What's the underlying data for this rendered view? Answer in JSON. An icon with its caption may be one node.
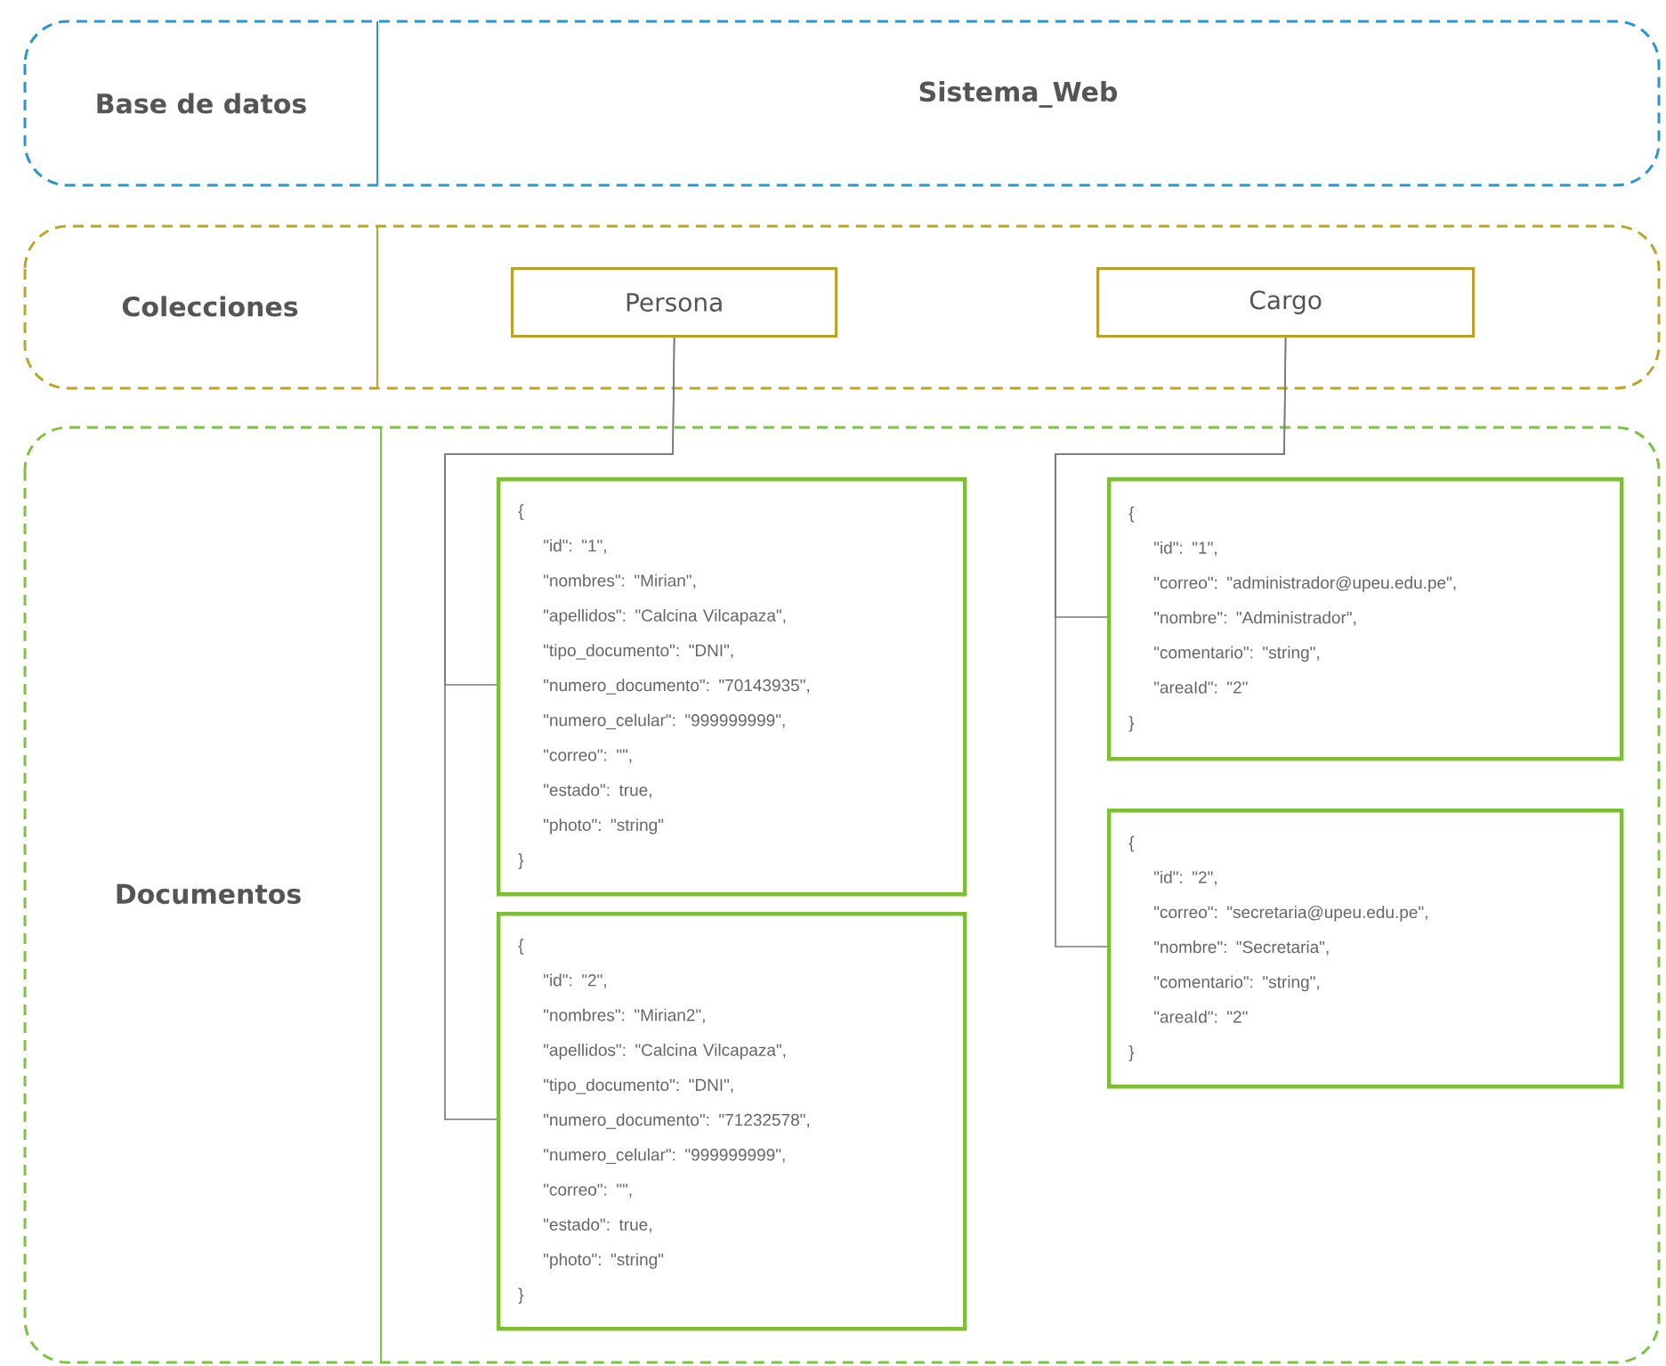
{
  "diagram": {
    "nodes": [
      {
        "text": [
          "Base de datos",
          "Sistema_Web"
        ]
      },
      {
        "text": [
          "Colecciones"
        ]
      },
      {
        "text": [
          "Documentos"
        ]
      },
      {
        "text": [
          "Persona"
        ],
        "in": 1
      },
      {
        "text": [
          "Cargo"
        ],
        "in": 1
      },
      {
        "text": [
          "{",
          "\"id\": \"1\",",
          "\"nombres\": \"Mirian\",",
          "\"apellidos\": \"Calcina Vilcapaza\",",
          "\"tipo_documento\": \"DNI\",",
          "\"numero_documento\": \"70143935\",",
          "\"numero_celular\": \"999999999\",",
          "\"correo\": \"\",",
          "\"estado\": true,",
          "\"photo\": \"string\"",
          "}"
        ],
        "in": 2
      },
      {
        "text": [
          "{",
          "\"id\": \"2\",",
          "\"nombres\": \"Mirian2\",",
          "\"apellidos\": \"Calcina Vilcapaza\",",
          "\"tipo_documento\": \"DNI\",",
          "\"numero_documento\": \"71232578\",",
          "\"numero_celular\": \"999999999\",",
          "\"correo\": \"\",",
          "\"estado\": true,",
          "\"photo\": \"string\"",
          "}"
        ],
        "in": 2
      },
      {
        "text": [
          "{",
          "\"id\": \"1\",",
          "\"correo\": \"administrador@upeu.edu.pe\",",
          "\"nombre\": \"Administrador\",",
          "\"comentario\": \"string\",",
          "\"areaId\": \"2\"",
          "}"
        ],
        "in": 2
      },
      {
        "text": [
          "{",
          "\"id\": \"2\",",
          "\"correo\": \"secretaria@upeu.edu.pe\",",
          "\"nombre\": \"Secretaria\",",
          "\"comentario\": \"string\",",
          "\"areaId\": \"2\"",
          "}"
        ],
        "in": 2
      }
    ],
    "edges": [
      {
        "from": 3,
        "to": 5,
        "arrow": "none"
      },
      {
        "from": 3,
        "to": 6,
        "arrow": "none"
      },
      {
        "from": 4,
        "to": 7,
        "arrow": "none"
      },
      {
        "from": 4,
        "to": 8,
        "arrow": "none"
      }
    ]
  }
}
